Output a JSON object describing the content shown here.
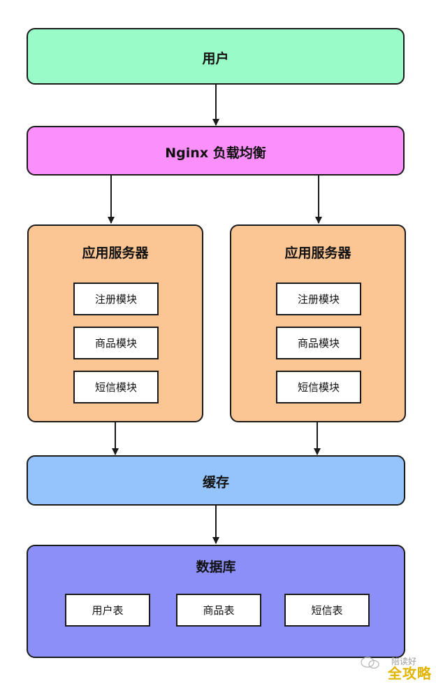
{
  "user": {
    "label": "用户"
  },
  "nginx": {
    "label": "Nginx 负载均衡"
  },
  "app_servers": [
    {
      "label": "应用服务器",
      "modules": [
        "注册模块",
        "商品模块",
        "短信模块"
      ]
    },
    {
      "label": "应用服务器",
      "modules": [
        "注册模块",
        "商品模块",
        "短信模块"
      ]
    }
  ],
  "cache": {
    "label": "缓存"
  },
  "database": {
    "label": "数据库",
    "tables": [
      "用户表",
      "商品表",
      "短信表"
    ]
  },
  "watermark": {
    "text": "陪读好",
    "logo": "全攻略"
  },
  "colors": {
    "user": "#99fbc7",
    "nginx": "#fb8ffb",
    "app_server": "#fbc594",
    "cache": "#94c4fb",
    "database": "#8d8ff8"
  }
}
